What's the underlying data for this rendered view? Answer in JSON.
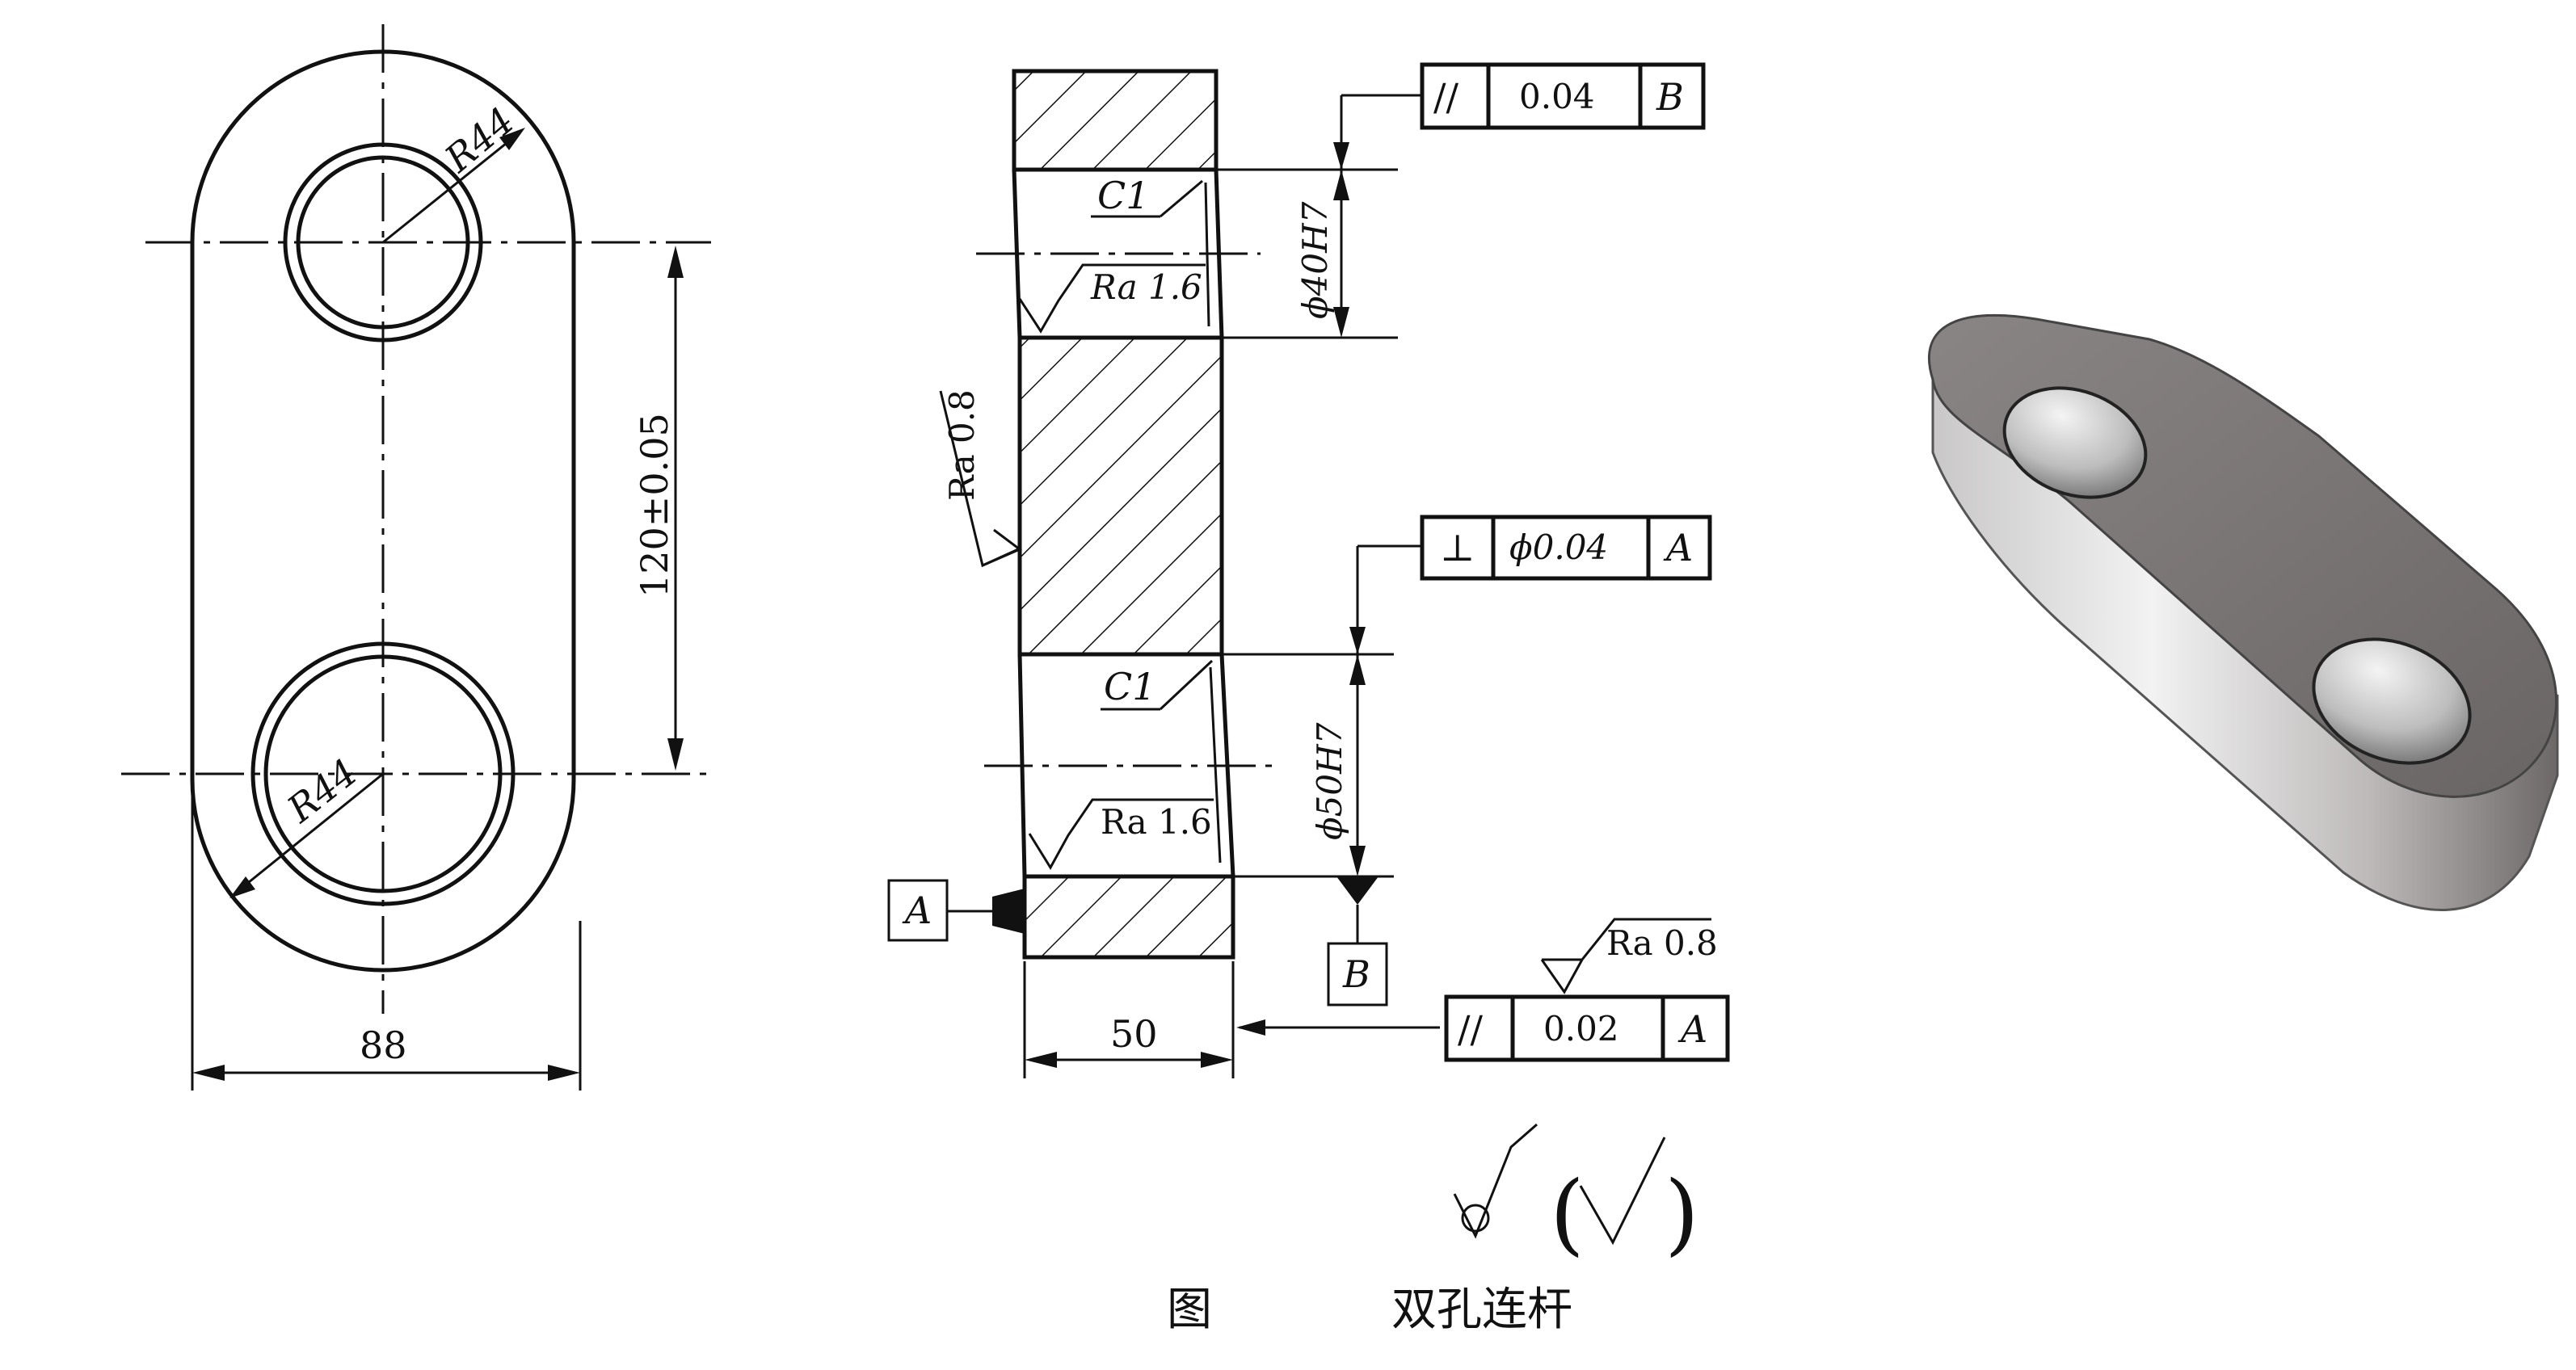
{
  "front_view": {
    "radius_top": "R44",
    "radius_bottom": "R44",
    "center_distance": "120±0.05",
    "width": "88"
  },
  "section_view": {
    "chamfer_top": "C1",
    "chamfer_bottom": "C1",
    "roughness_top_hole": "Ra 1.6",
    "roughness_bottom_hole": "Ra 1.6",
    "roughness_side": "Ra 0.8",
    "roughness_bottom_face": "Ra 0.8",
    "thickness": "50",
    "hole_top": "ϕ40H7",
    "hole_bottom": "ϕ50H7",
    "datum_a": "A",
    "datum_b": "B"
  },
  "tolerances": {
    "parallel_top": {
      "symbol": "//",
      "value": "0.04",
      "datum": "B"
    },
    "perpendicular": {
      "symbol": "⊥",
      "value": "ϕ0.04",
      "datum": "A"
    },
    "parallel_bottom": {
      "symbol": "//",
      "value": "0.02",
      "datum": "A"
    }
  },
  "general_symbol": {
    "paren_open": "(",
    "paren_close": ")"
  },
  "caption": {
    "prefix": "图",
    "title": "双孔连杆"
  }
}
